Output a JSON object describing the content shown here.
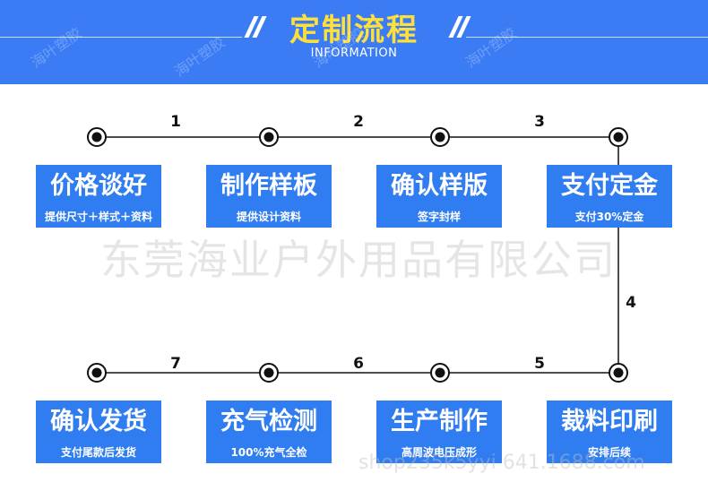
{
  "header": {
    "title": "定制流程",
    "subtitle": "INFORMATION",
    "watermark": "海叶塑胶"
  },
  "steps": [
    {
      "number": "1",
      "title": "价格谈好",
      "detail": "提供尺寸＋样式＋资料"
    },
    {
      "number": "2",
      "title": "制作样板",
      "detail": "提供设计资料"
    },
    {
      "number": "3",
      "title": "确认样版",
      "detail": "签字封样"
    },
    {
      "number": "",
      "title": "支付定金",
      "detail": "支付30%定金"
    },
    {
      "number": "4",
      "title": "裁料印刷",
      "detail": "安排后续"
    },
    {
      "number": "5",
      "title": "生产制作",
      "detail": "高周波电压成形"
    },
    {
      "number": "6",
      "title": "充气检测",
      "detail": "100%充气全检"
    },
    {
      "number": "7",
      "title": "确认发货",
      "detail": "支付尾款后发货"
    }
  ],
  "company_watermark": "东莞海业户外用品有限公司",
  "url_watermark": "shop235k5yyi 641.1688.com",
  "colors": {
    "banner": "#3b7cf5",
    "title": "#ffe03a",
    "box": "#2f7df0",
    "line": "#111111"
  }
}
